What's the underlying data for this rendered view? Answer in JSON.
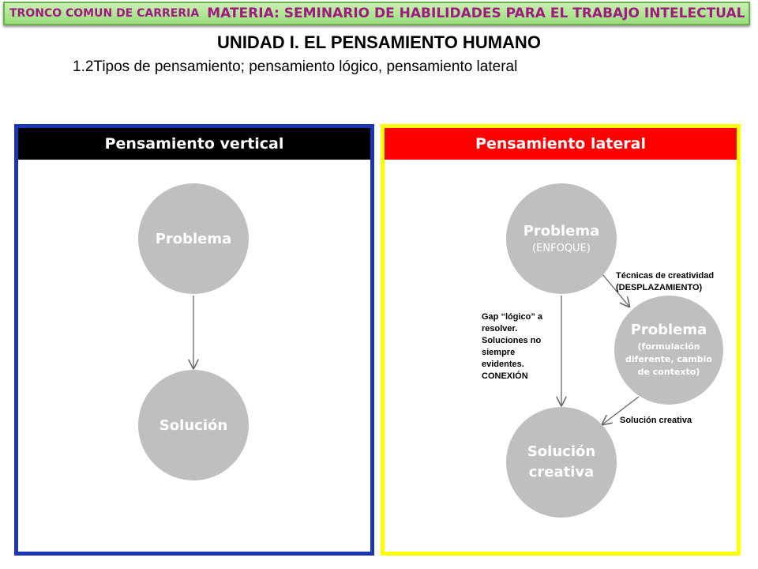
{
  "header": {
    "course": "TRONCO COMUN DE CARRERIA",
    "subject": "MATERIA: SEMINARIO DE HABILIDADES PARA EL TRABAJO INTELECTUAL"
  },
  "title": "UNIDAD I. EL PENSAMIENTO HUMANO",
  "subtitle": "1.2Tipos de pensamiento; pensamiento lógico, pensamiento lateral",
  "colors": {
    "vertical_border": "#1a36b3",
    "lateral_border": "#ffff00",
    "vertical_header": "#000000",
    "lateral_header": "#ff0000",
    "node": "#bfbfbf"
  },
  "vertical": {
    "header": "Pensamiento vertical",
    "problem": "Problema",
    "solution": "Solución"
  },
  "lateral": {
    "header": "Pensamiento lateral",
    "problem": "Problema",
    "problem_sub": "(ENFOQUE)",
    "problem2": "Problema",
    "problem2_sub": "(formulación diferente, cambio de contexto)",
    "solution": "Solución creativa",
    "note_techniques": "Técnicas de creatividad\n(DESPLAZAMIENTO)",
    "note_gap": "Gap “lógico” a\nresolver.\nSoluciones no\nsiempre\nevidentes.\nCONEXIÓN",
    "note_solution": "Solución creativa"
  }
}
